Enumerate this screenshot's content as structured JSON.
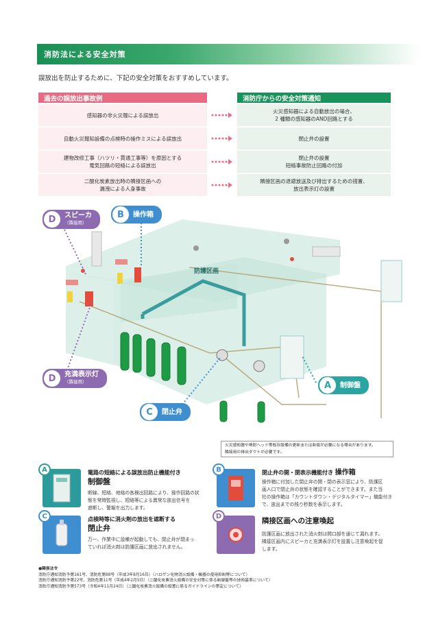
{
  "banner": {
    "title": "消防法による安全対策"
  },
  "intro": "誤放出を防止するために、下記の安全対策をおすすめしています。",
  "table": {
    "left_header": "過去の誤放出事故例",
    "right_header": "消防庁からの安全対策通知",
    "rows": [
      {
        "left": [
          "感知器の非火災報による誤放出"
        ],
        "right": [
          "火災感知器による自動放出の場合、",
          "2 種類の感知器のAND回路とする"
        ]
      },
      {
        "left": [
          "自動火災報知設備の点検時の操作ミスによる誤放出"
        ],
        "right": [
          "閉止弁の設置"
        ]
      },
      {
        "left": [
          "建物改修工事（ハツリ・貫通工事等）を原因とする",
          "電気回路の短絡による誤放出"
        ],
        "right": [
          "閉止弁の設置",
          "短絡事故防止回路の付加"
        ]
      },
      {
        "left": [
          "二酸化炭素放出時の隣接区画への",
          "漏洩による人身事故"
        ],
        "right": [
          "隣接区画の退避放送及び排出するための措置、",
          "放出表示灯の設置"
        ]
      }
    ]
  },
  "diagram": {
    "zone_label": "防護区画",
    "badges": {
      "speaker": {
        "letter": "D",
        "label": "スピーカ",
        "sub": "（隣接用）"
      },
      "operation_box": {
        "letter": "B",
        "label": "操作箱"
      },
      "indicator_light": {
        "letter": "D",
        "label": "充満表示灯",
        "sub": "（隣接用）"
      },
      "control_panel": {
        "letter": "A",
        "label": "制御盤"
      },
      "shutoff_valve": {
        "letter": "C",
        "label": "閉止弁"
      }
    },
    "note": [
      "火災感知器や噴射ヘッド等既存設備の更新または新設が必要になる場合があります。",
      "隣接用の排出ダクトが必要です。"
    ]
  },
  "features": {
    "a": {
      "letter": "A",
      "heading": "電路の短絡による誤放出防止機能付き",
      "title": "制御盤",
      "desc": [
        "断線、短絡、地絡の各検出回路により、操作回路の状",
        "態を常時監視し、短絡等による異常な放出信号を",
        "遮断し、警報を出力します。"
      ]
    },
    "b": {
      "letter": "B",
      "heading": "閉止弁の開・閉表示機能付き",
      "title": "操作箱",
      "desc": [
        "操作箱に付加した閉止弁の開・閉の表示窓により、防護区",
        "画入口で閉止弁の状態を確認することができます。また当",
        "社の操作箱は「カウントダウン・デジタルタイマー」機能付き",
        "で、放出までの残り秒数を表示します。"
      ]
    },
    "c": {
      "letter": "C",
      "heading": "点検時等に消火剤の放出を遮断する",
      "title": "閉止弁",
      "desc": [
        "万一、作業中に設備が起動しても、閉止弁が閉まっ",
        "ていれば消火剤は防護区画に放出されません。"
      ]
    },
    "d": {
      "letter": "D",
      "title": "隣接区画への注意喚起",
      "desc": [
        "防護区画に放出された消火剤は開口部を通じて漏れます。",
        "隣接区画内にスピーカと充満表示灯を設置し注意喚起を促",
        "します。"
      ]
    }
  },
  "laws": {
    "heading": "●関係法令",
    "lines": [
      "消防庁通知消防予第161号、消防危第88号（平成3年8月16日）（ハロゲン化物消火設備・機器の使用抑制等について）",
      "消防庁通知消防予第22号、消防危第11号（平成4年2月5日）（二酸化炭素消火設備の安全対策に係る制御盤等の技術基準について）",
      "消防庁通知消防予第573号（令和4年11月24日）（二酸化炭素消火設備の設置に係るガイドラインの策定について）"
    ]
  },
  "colors": {
    "green": "#19935a",
    "pink": "#e96a83",
    "purple": "#8c6bb1",
    "blue": "#3f8fd0",
    "teal": "#2aa5a1"
  }
}
